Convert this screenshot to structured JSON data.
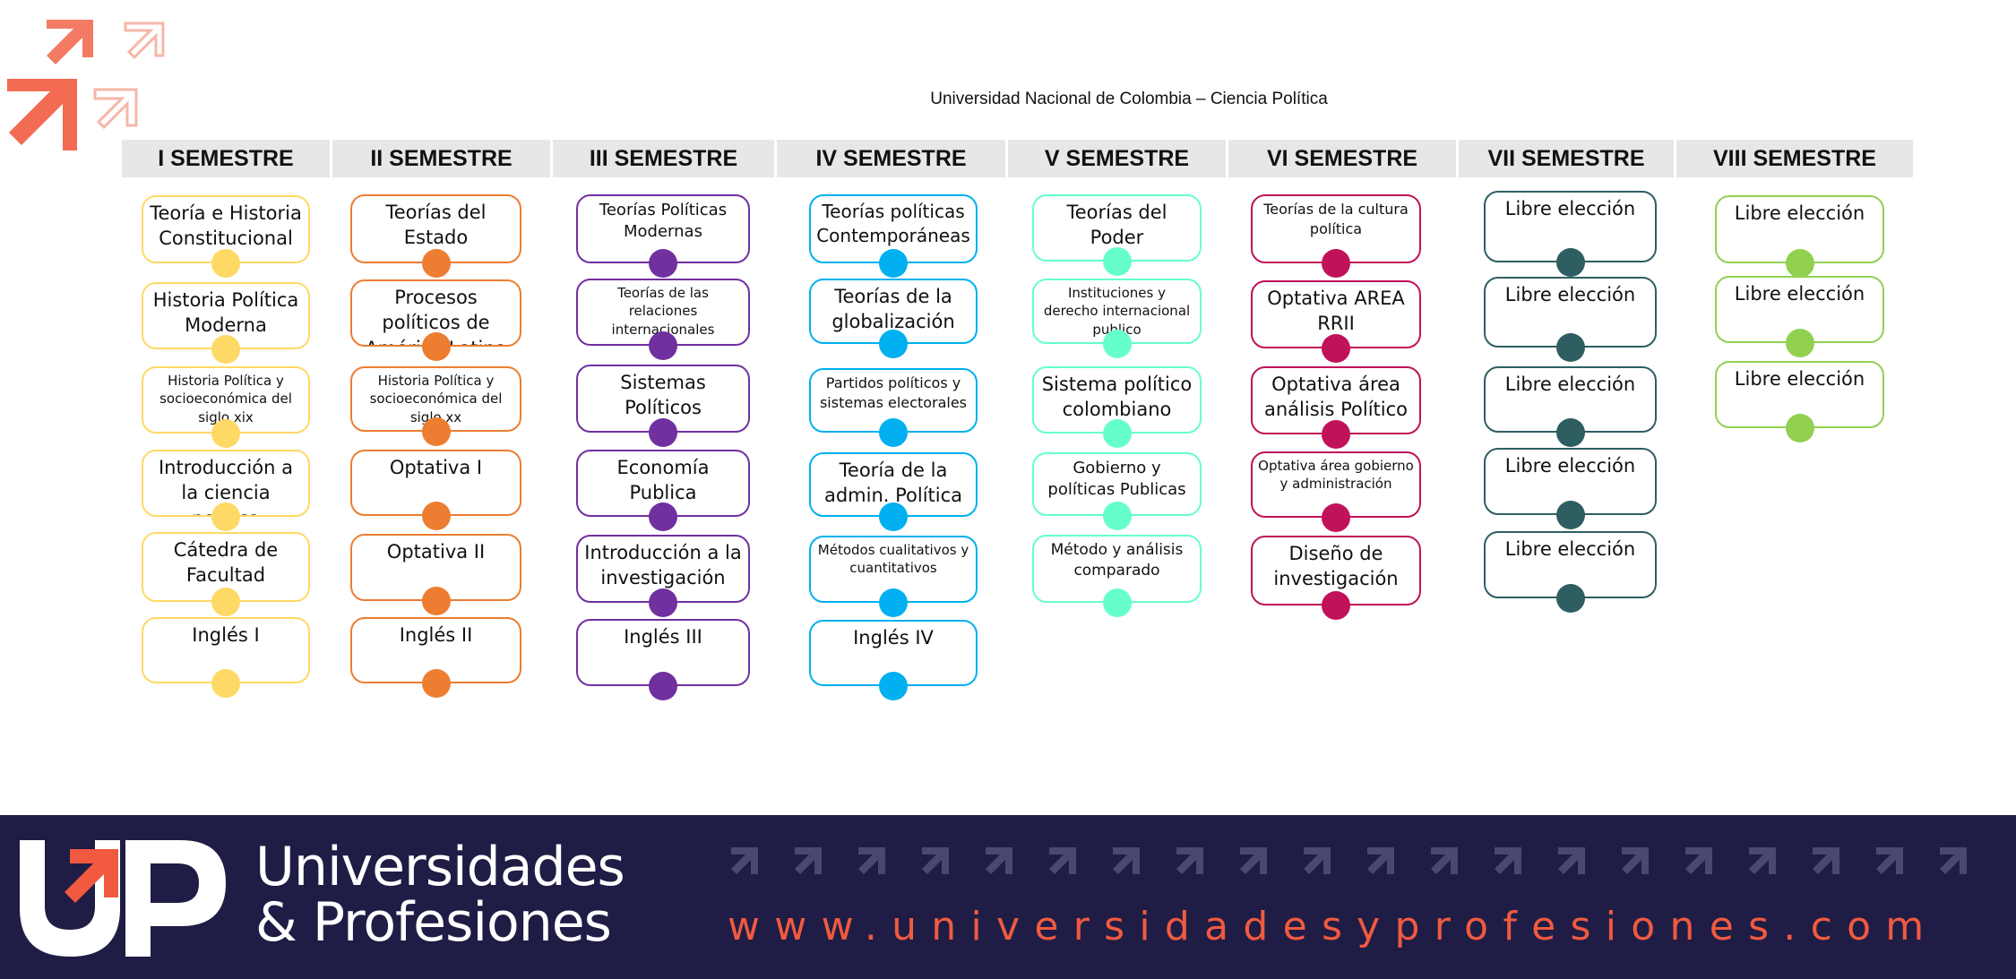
{
  "title": "Universidad Nacional de Colombia – Ciencia Política",
  "semesters": [
    {
      "name": "I SEMESTRE",
      "color": "#ffd966",
      "courses": [
        "Teoría e Historia Constitucional",
        "Historia Política Moderna",
        "Historia Política y socioeconómica del siglo xix",
        "Introducción a la ciencia política",
        "Cátedra de Facultad",
        "Inglés I"
      ]
    },
    {
      "name": "II SEMESTRE",
      "color": "#ed7d31",
      "courses": [
        "Teorías del Estado",
        "Procesos políticos de América Latina",
        "Historia Política y socioeconómica del siglo xx",
        "Optativa I",
        "Optativa II",
        "Inglés II"
      ]
    },
    {
      "name": "III SEMESTRE",
      "color": "#7030a0",
      "courses": [
        "Teorías Políticas Modernas",
        "Teorías de las relaciones internacionales",
        "Sistemas Políticos",
        "Economía Publica",
        "Introducción a la investigación",
        "Inglés III"
      ]
    },
    {
      "name": "IV SEMESTRE",
      "color": "#00b0f0",
      "courses": [
        "Teorías políticas Contemporáneas",
        "Teorías de la globalización",
        "Partidos políticos y sistemas electorales",
        "Teoría de la admin. Política",
        "Métodos cualitativos y cuantitativos",
        "Inglés IV"
      ]
    },
    {
      "name": "V SEMESTRE",
      "color": "#66ffcc",
      "courses": [
        "Teorías del Poder",
        "Instituciones y derecho internacional publico",
        "Sistema político colombiano",
        "Gobierno y políticas Publicas",
        "Método y análisis comparado"
      ]
    },
    {
      "name": "VI SEMESTRE",
      "color": "#c0125a",
      "courses": [
        "Teorías de la cultura política",
        "Optativa AREA RRII",
        "Optativa área análisis Político",
        "Optativa área gobierno y administración",
        "Diseño de investigación"
      ]
    },
    {
      "name": "VII SEMESTRE",
      "color": "#2e5e62",
      "courses": [
        "Libre elección",
        "Libre elección",
        "Libre elección",
        "Libre elección",
        "Libre elección"
      ]
    },
    {
      "name": "VIII SEMESTRE",
      "color": "#92d050",
      "courses": [
        "Libre elección",
        "Libre elección",
        "Libre elección"
      ]
    }
  ],
  "footer": {
    "brand_line1": "Universidades",
    "brand_line2": "& Profesiones",
    "url": "www.universidadesyprofesiones.com",
    "background": "#1f1d45",
    "accent": "#f15a40"
  }
}
